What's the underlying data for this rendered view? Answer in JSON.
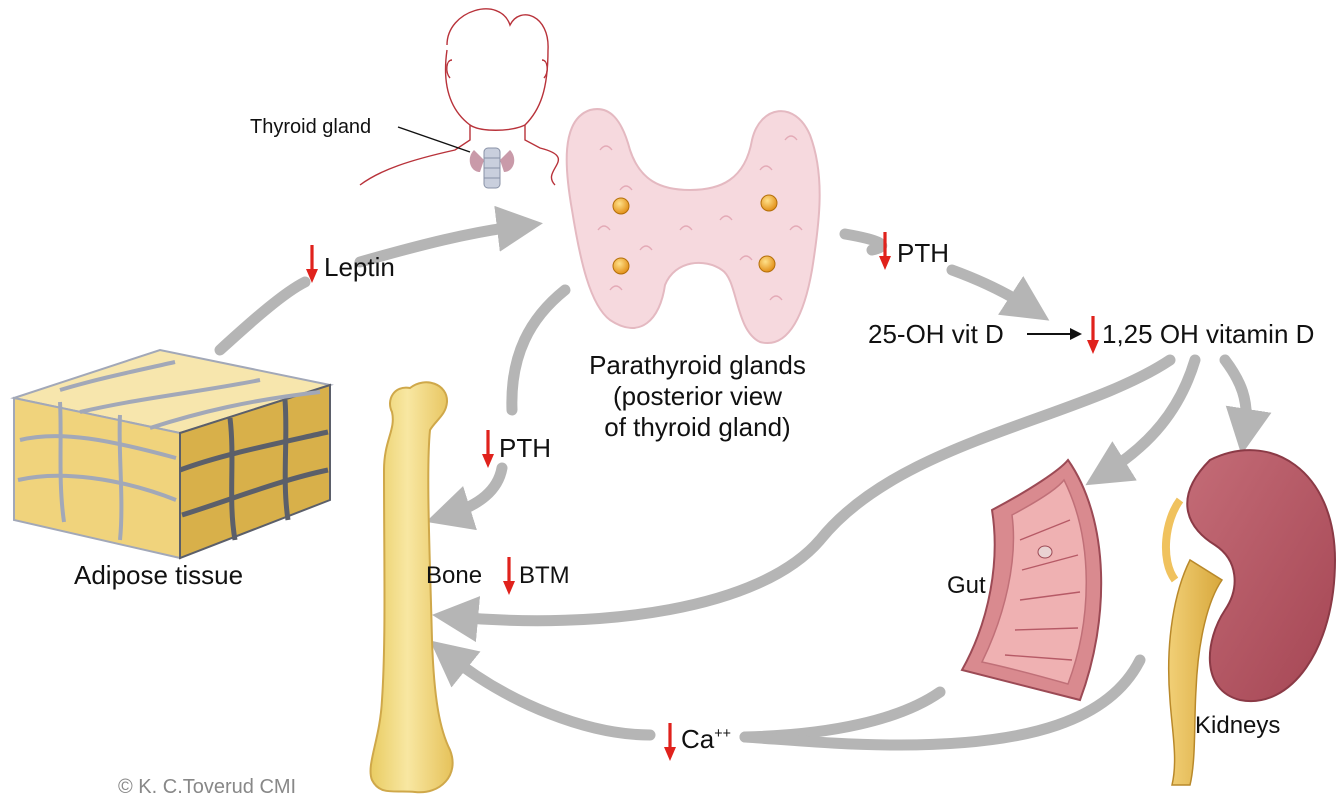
{
  "labels": {
    "thyroid_gland": "Thyroid gland",
    "leptin": "Leptin",
    "pth_top": "PTH",
    "parathyroid_line1": "Parathyroid glands",
    "parathyroid_line2": "(posterior view",
    "parathyroid_line3": "of thyroid gland)",
    "vit_d_25": "25-OH vit D",
    "vit_d_125": "1,25 OH vitamin D",
    "pth_left": "PTH",
    "bone": "Bone",
    "btm": "BTM",
    "adipose_tissue": "Adipose tissue",
    "gut": "Gut",
    "kidneys": "Kidneys",
    "calcium": "Ca",
    "calcium_charge": "++",
    "copyright": "© K. C.Toverud CMI"
  },
  "colors": {
    "flow_arrow": "#b5b5b5",
    "decrease_arrow": "#e0221c",
    "bone": "#f3dd86",
    "adipose": "#f0d37c",
    "thyroid": "#f6d9de",
    "parathyroid_dot": "#f2a51e",
    "kidney": "#b85a66",
    "gut": "#d98a8f"
  },
  "icons": [
    "down-arrow-icon",
    "human-head-outline",
    "thyroid-illustration",
    "adipose-cube",
    "femur-bone",
    "intestine-segment",
    "kidney-illustration"
  ]
}
